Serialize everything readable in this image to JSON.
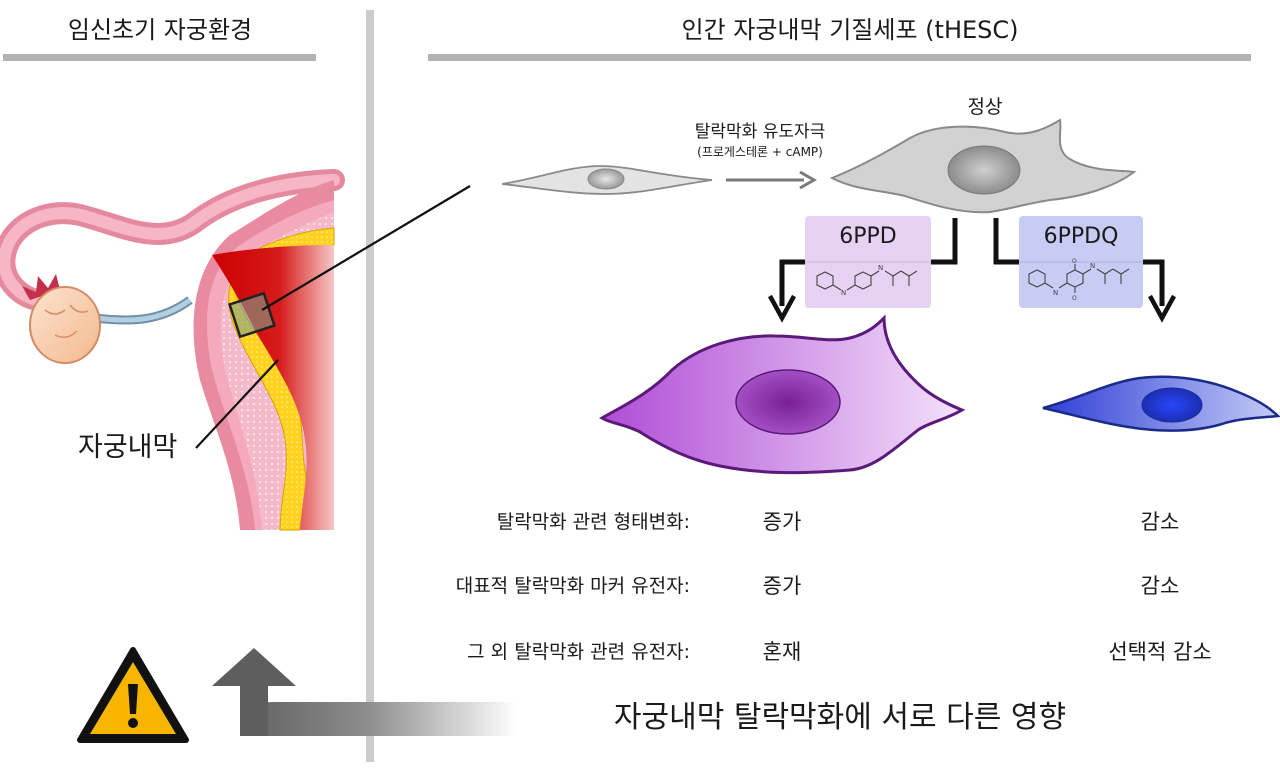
{
  "left_panel": {
    "title": "임신초기 자궁환경",
    "uterus_label": "자궁내막"
  },
  "right_panel": {
    "title": "인간 자궁내막 기질세포 (tHESC)"
  },
  "stimulus": {
    "label": "탈락막화 유도자극",
    "sub_label": "(프로게스테론 + cAMP)"
  },
  "normal_label": "정상",
  "compounds": {
    "ppd": {
      "name": "6PPD",
      "color": "#e7d1f3"
    },
    "ppdq": {
      "name": "6PPDQ",
      "color": "#c8ccf4"
    }
  },
  "table": {
    "rows": [
      {
        "label": "탈락막화 관련 형태변화:",
        "ppd": "증가",
        "ppdq": "감소"
      },
      {
        "label": "대표적 탈락막화 마커 유전자:",
        "ppd": "증가",
        "ppdq": "감소"
      },
      {
        "label": "그 외 탈락막화 관련 유전자:",
        "ppd": "혼재",
        "ppdq": "선택적 감소"
      }
    ]
  },
  "conclusion": "자궁내막 탈락막화에 서로 다른 영향",
  "icons": {
    "warning": "warning-icon"
  }
}
